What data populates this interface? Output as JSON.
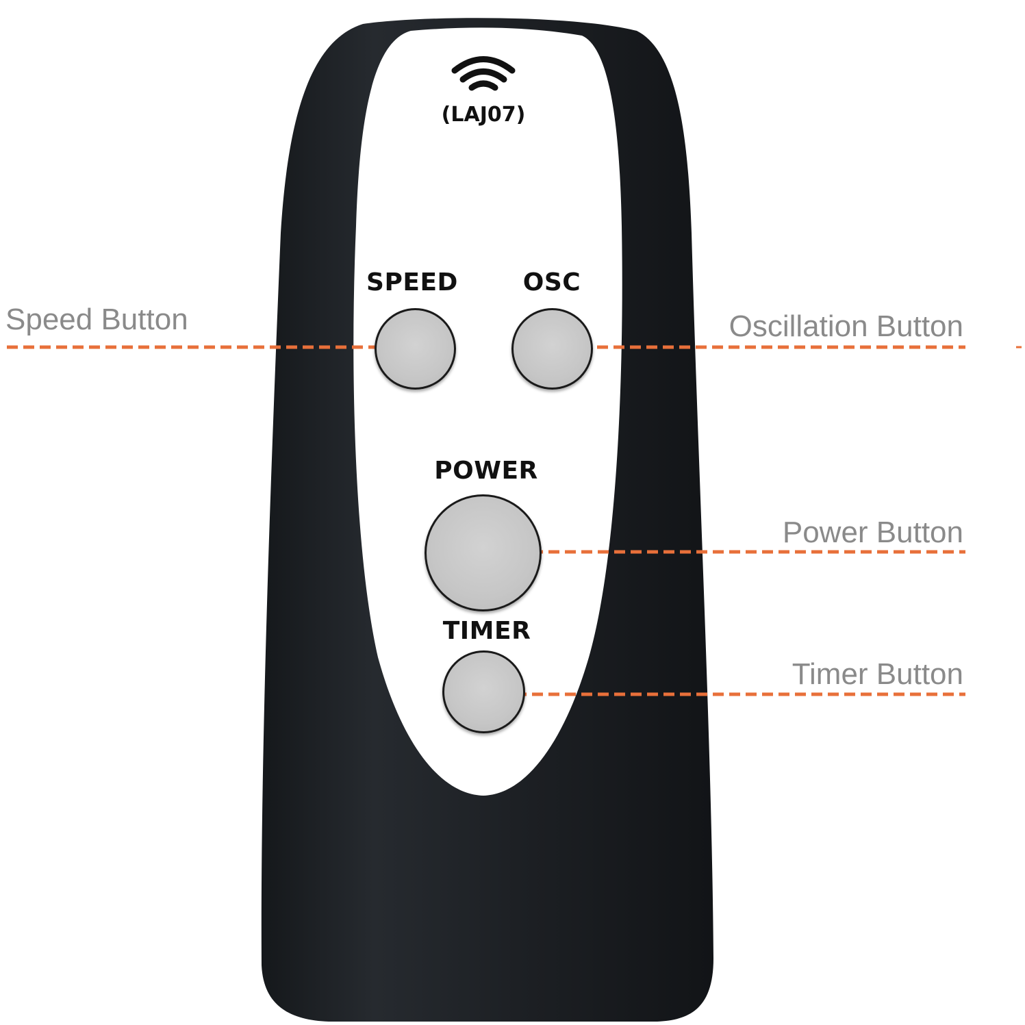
{
  "remote": {
    "model": "(LAJ07)",
    "signal_icon": "wifi-signal-icon",
    "buttons": {
      "speed": "SPEED",
      "osc": "OSC",
      "power": "POWER",
      "timer": "TIMER"
    }
  },
  "callouts": {
    "speed": "Speed Button",
    "oscillation": "Oscillation Button",
    "power": "Power Button",
    "timer": "Timer Button"
  },
  "colors": {
    "body": "#1e2125",
    "face": "#ffffff",
    "button": "#c8c8c8",
    "callout_line": "#e8703a",
    "callout_text": "#8a8a8a"
  }
}
